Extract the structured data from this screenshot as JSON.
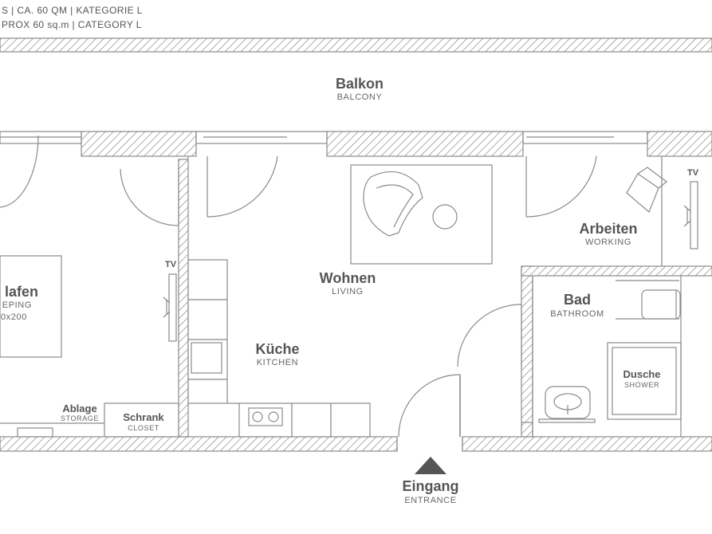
{
  "header": {
    "line_de": "S | CA. 60 QM | KATEGORIE L",
    "line_en": "PROX 60 sq.m | CATEGORY L"
  },
  "rooms": {
    "balkon": {
      "name": "Balkon",
      "sub": "BALCONY"
    },
    "schlafen": {
      "name": "lafen",
      "sub": "EPING",
      "bed": "0x200"
    },
    "wohnen": {
      "name": "Wohnen",
      "sub": "LIVING"
    },
    "kueche": {
      "name": "Küche",
      "sub": "KITCHEN"
    },
    "arbeiten": {
      "name": "Arbeiten",
      "sub": "WORKING"
    },
    "bad": {
      "name": "Bad",
      "sub": "BATHROOM"
    },
    "dusche": {
      "name": "Dusche",
      "sub": "SHOWER"
    },
    "ablage": {
      "name": "Ablage",
      "sub": "STORAGE"
    },
    "schrank": {
      "name": "Schrank",
      "sub": "CLOSET"
    },
    "eingang": {
      "name": "Eingang",
      "sub": "ENTRANCE"
    }
  },
  "tv_left": "TV",
  "tv_right": "TV",
  "colors": {
    "line": "#8a8a8a",
    "text": "#555555",
    "background": "#ffffff"
  }
}
